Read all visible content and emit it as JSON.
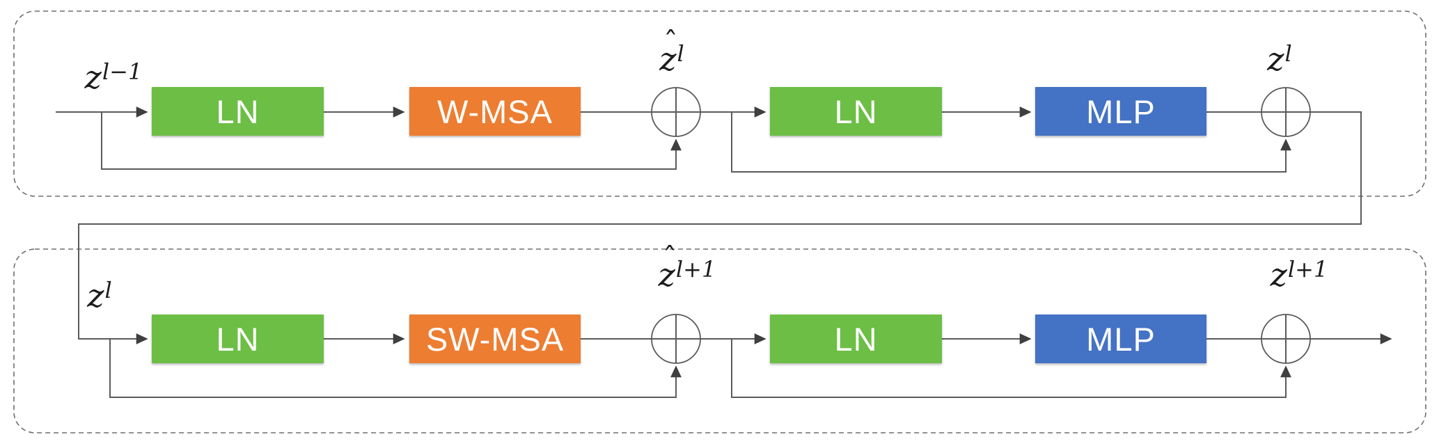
{
  "diagram_type": "transformer-block-flow-diagram",
  "colors": {
    "ln_block": "#6CBE45",
    "msa_block": "#ED7D31",
    "mlp_block": "#4472C4",
    "wire": "#5a5a5a",
    "arrowhead": "#3f3f3f",
    "dashed_outline": "#6e6e6e",
    "label_text": "#1c1c1c",
    "block_text": "#ffffff",
    "background": "#ffffff"
  },
  "rows": [
    {
      "name": "transformer-block-l",
      "input_label": {
        "base": "z",
        "sup": "l−1"
      },
      "sum1_label": {
        "base": "z",
        "hat": "ˆ",
        "sup": "l"
      },
      "sum2_label": {
        "base": "z",
        "sup": "l"
      },
      "blocks": [
        {
          "label": "LN",
          "type": "ln"
        },
        {
          "label": "W-MSA",
          "type": "msa"
        },
        {
          "label": "LN",
          "type": "ln"
        },
        {
          "label": "MLP",
          "type": "mlp"
        }
      ]
    },
    {
      "name": "transformer-block-l-plus-1",
      "input_label": {
        "base": "z",
        "sup": "l"
      },
      "sum1_label": {
        "base": "z",
        "hat": "ˆ",
        "sup": "l+1"
      },
      "sum2_label": {
        "base": "z",
        "sup": "l+1"
      },
      "blocks": [
        {
          "label": "LN",
          "type": "ln"
        },
        {
          "label": "SW-MSA",
          "type": "msa"
        },
        {
          "label": "LN",
          "type": "ln"
        },
        {
          "label": "MLP",
          "type": "mlp"
        }
      ]
    }
  ]
}
